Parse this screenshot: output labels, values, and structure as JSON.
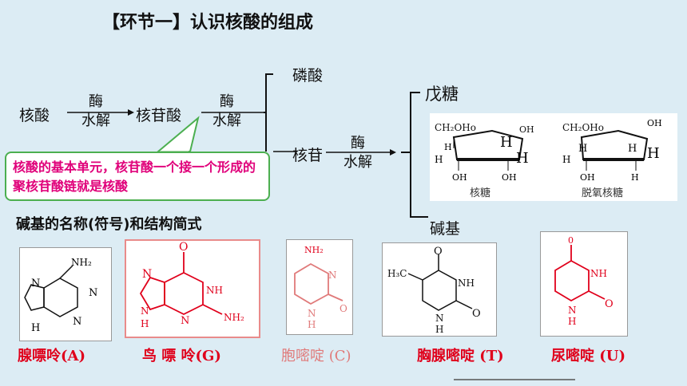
{
  "title": "【环节一】认识核酸的组成",
  "flow": {
    "nucleic_acid": "核酸",
    "enzyme1": "酶",
    "hydrolysis1": "水解",
    "nucleotide": "核苷酸",
    "enzyme2": "酶",
    "hydrolysis2": "水解",
    "phosphate": "磷酸",
    "nucleoside": "核苷",
    "enzyme3": "酶",
    "hydrolysis3": "水解",
    "pentose": "戊糖",
    "base": "碱基"
  },
  "callout": "核酸的基本单元，核苷酸一个接一个形成的聚核苷酸链就是核酸",
  "sugars": {
    "ribose_label": "核糖",
    "deoxyribose_label": "脱氧核糖"
  },
  "bases_heading": "碱基的名称(符号)和结构简式",
  "bases": [
    {
      "name": "腺嘌呤(A)",
      "color": "#e0001b"
    },
    {
      "name": "鸟 嘌 呤(G)",
      "color": "#e0001b"
    },
    {
      "name": "胞嘧啶 (C)",
      "color": "#e07a7a"
    },
    {
      "name": "胸腺嘧啶 (T)",
      "color": "#e0001b"
    },
    {
      "name": "尿嘧啶 (U)",
      "color": "#e0001b"
    }
  ]
}
